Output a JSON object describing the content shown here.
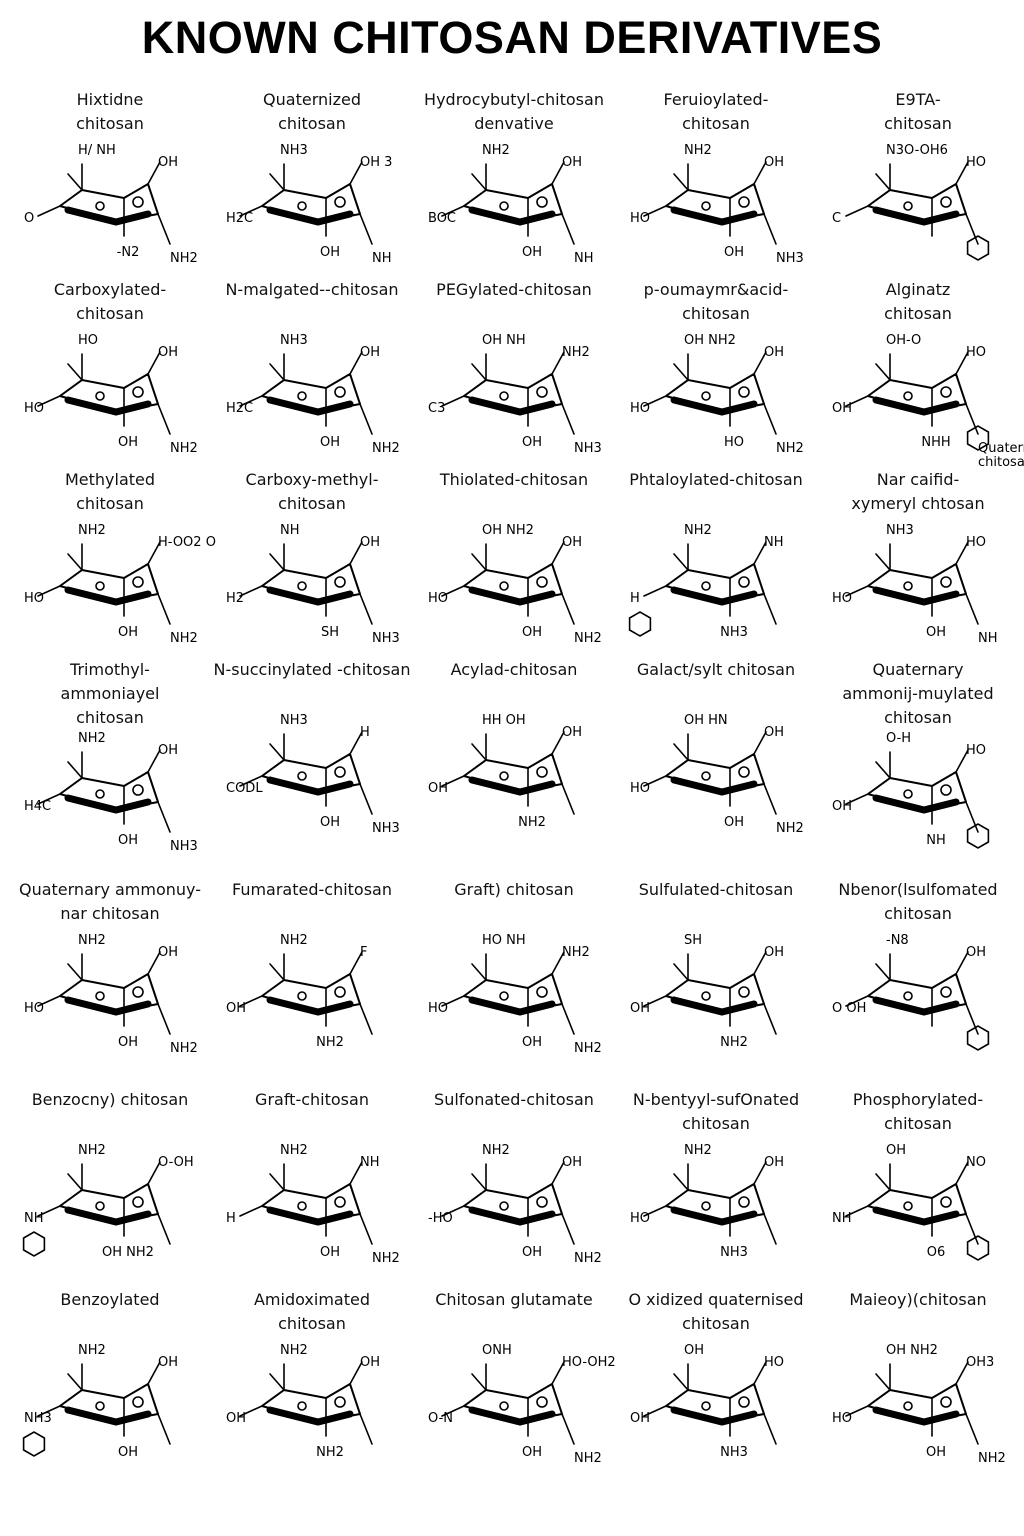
{
  "title": "KNOWN CHITOSAN DERIVATIVES",
  "derivatives": [
    {
      "name": "Hixtidne\nchitosan",
      "groups": [
        "H/ NH",
        "OH",
        "O",
        "-N2",
        "NH2"
      ]
    },
    {
      "name": "Quaternized\nchitosan",
      "groups": [
        "NH3",
        "OH 3",
        "H2C",
        "OH",
        "NH"
      ]
    },
    {
      "name": "Hydrocybutyl-chitosan\ndenvative",
      "groups": [
        "NH2",
        "OH",
        "BOC",
        "OH",
        "NH"
      ]
    },
    {
      "name": "Feruioylated-\nchitosan",
      "groups": [
        "NH2",
        "OH",
        "HO",
        "OH",
        "NH3"
      ]
    },
    {
      "name": "E9TA-\nchitosan",
      "groups": [
        "N3O-OH6",
        "HO",
        "C"
      ]
    },
    {
      "name": "Carboxylated-\nchitosan",
      "groups": [
        "HO",
        "OH",
        "HO",
        "OH",
        "NH2"
      ]
    },
    {
      "name": "N-malgated--chitosan",
      "groups": [
        "NH3",
        "OH",
        "H2C",
        "OH",
        "NH2"
      ]
    },
    {
      "name": "PEGylated-chitosan",
      "groups": [
        "OH NH",
        "NH2",
        "C3",
        "OH",
        "NH3"
      ]
    },
    {
      "name": "p-oumaymr&acid-\nchitosan",
      "groups": [
        "OH NH2",
        "OH",
        "HO",
        "HO",
        "NH2"
      ]
    },
    {
      "name": "Alginatz\nchitosan",
      "groups": [
        "OH-O",
        "HO",
        "OH",
        "NHH",
        "Quaternary\nchitosan"
      ]
    },
    {
      "name": "Methylated\nchitosan",
      "groups": [
        "NH2",
        "H-OO2 O",
        "HO",
        "OH",
        "NH2"
      ]
    },
    {
      "name": "Carboxy-methyl-\nchitosan",
      "groups": [
        "NH",
        "OH",
        "H2",
        "SH",
        "NH3"
      ]
    },
    {
      "name": "Thiolated-chitosan",
      "groups": [
        "OH NH2",
        "OH",
        "HO",
        "OH",
        "NH2"
      ]
    },
    {
      "name": "Phtaloylated-chitosan",
      "groups": [
        "NH2",
        "NH",
        "H",
        "NH3"
      ]
    },
    {
      "name": "Nar caifid-\nxymeryl  chtosan",
      "groups": [
        "NH3",
        "HO",
        "HO",
        "OH",
        "NH"
      ]
    },
    {
      "name": "Trimothyl-\nammoniayel\nchitosan",
      "groups": [
        "NH2",
        "OH",
        "H4C",
        "OH",
        "NH3"
      ]
    },
    {
      "name": "N-succinylated -chitosan",
      "groups": [
        "NH3",
        "H",
        "CODL",
        "OH",
        "NH3"
      ]
    },
    {
      "name": "Acylad-chitosan",
      "groups": [
        "HH OH",
        "OH",
        "OH",
        "NH2"
      ]
    },
    {
      "name": "Galact/sylt chitosan",
      "groups": [
        "OH HN",
        "OH",
        "HO",
        "OH",
        "NH2"
      ]
    },
    {
      "name": "Quaternary\nammonij-muylated\nchitosan",
      "groups": [
        "O-H",
        "HO",
        "OH",
        "NH"
      ]
    },
    {
      "name": "Quaternary ammonuy-\nnar chitosan",
      "groups": [
        "NH2",
        "OH",
        "HO",
        "OH",
        "NH2"
      ]
    },
    {
      "name": "Fumarated-chitosan",
      "groups": [
        "NH2",
        "F",
        "OH",
        "NH2"
      ]
    },
    {
      "name": "Graft) chitosan",
      "groups": [
        "HO NH",
        "NH2",
        "HO",
        "OH",
        "NH2"
      ]
    },
    {
      "name": "Sulfulated-chitosan",
      "groups": [
        "SH",
        "OH",
        "OH",
        "NH2"
      ]
    },
    {
      "name": "Nbenor(lsulfomated\nchitosan",
      "groups": [
        "-N8",
        "OH",
        "O OH"
      ]
    },
    {
      "name": "Benzocny) chitosan",
      "groups": [
        "NH2",
        "O-OH",
        "NH",
        "OH NH2"
      ]
    },
    {
      "name": "Graft-chitosan",
      "groups": [
        "NH2",
        "NH",
        "H",
        "OH",
        "NH2"
      ]
    },
    {
      "name": "Sulfonated-chitosan",
      "groups": [
        "NH2",
        "OH",
        "-HO",
        "OH",
        "NH2"
      ]
    },
    {
      "name": "N-bentyyl-sufOnated\nchitosan",
      "groups": [
        "NH2",
        "OH",
        "HO",
        "NH3"
      ]
    },
    {
      "name": "Phosphorylated-\nchitosan",
      "groups": [
        "OH",
        "NO",
        "NH",
        "O6"
      ]
    },
    {
      "name": "Benzoylated",
      "groups": [
        "NH2",
        "OH",
        "NH3",
        "OH"
      ]
    },
    {
      "name": "Amidoximated\nchitosan",
      "groups": [
        "NH2",
        "OH",
        "OH",
        "NH2"
      ]
    },
    {
      "name": "Chitosan glutamate",
      "groups": [
        "ONH",
        "HO-OH2",
        "O-N",
        "OH",
        "NH2"
      ]
    },
    {
      "name": "O xidized quaternised\nchitosan",
      "groups": [
        "OH",
        "HO",
        "OH",
        "NH3"
      ]
    },
    {
      "name": "Maieoy)(chitosan",
      "groups": [
        "OH NH2",
        "OH3",
        "HO",
        "OH",
        "NH2"
      ]
    }
  ]
}
